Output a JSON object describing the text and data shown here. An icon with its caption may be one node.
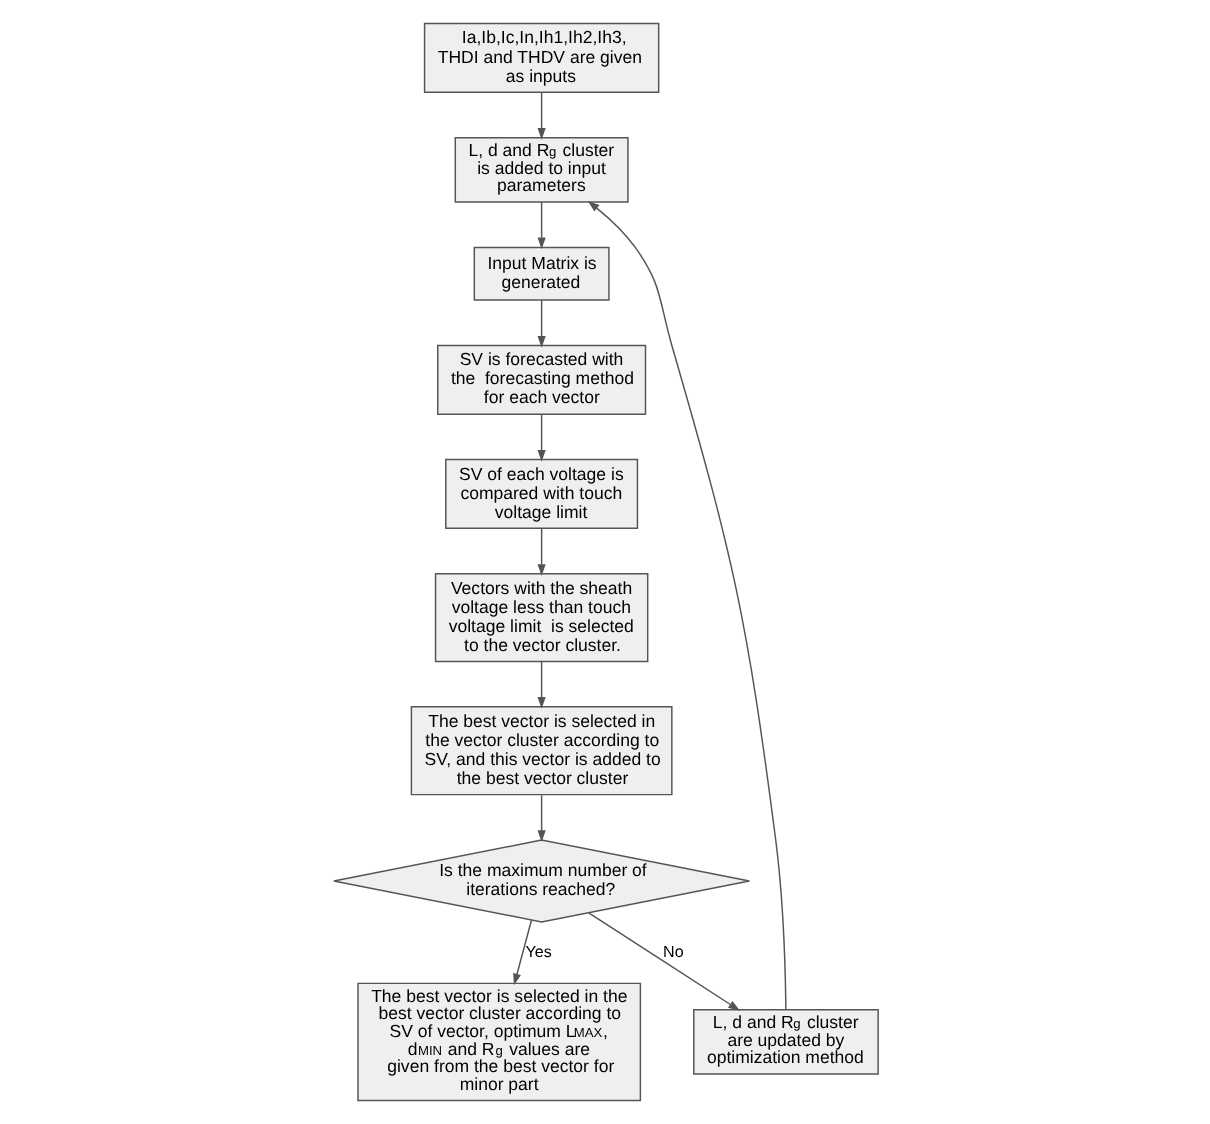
{
  "diagram": {
    "nodes": [
      {
        "text": [
          "Ia,Ib,Ic,In,Ih1,Ih2,Ih3, THDI and THDV are given as inputs"
        ]
      },
      {
        "text": [
          "L, d and R$_{g}$ cluster is added to input parameters"
        ]
      },
      {
        "text": [
          "Input Matrix is generated"
        ]
      },
      {
        "text": [
          "SV is forecasted with the  forecasting method for each vector"
        ]
      },
      {
        "text": [
          "SV of each voltage is compared with touch voltage limit"
        ]
      },
      {
        "text": [
          "Vectors with the sheath voltage less than touch voltage limit  is selected to the vector cluster."
        ]
      },
      {
        "text": [
          "The best vector is selected in the vector cluster according to SV, and this vector is added to the best vector cluster"
        ]
      },
      {
        "text": [
          "Is the maximum number of iterations reached?"
        ]
      },
      {
        "text": [
          "The best vector is selected in the best vector cluster according to SV of vector, optimum L$_{MAX}$, d$_{MIN}$ and R$_{g}$ values are given from the best vector for minor part"
        ]
      },
      {
        "text": [
          "L, d and R$_{g}$ cluster are updated by optimization method"
        ]
      }
    ],
    "edges": [
      {
        "from": 0,
        "to": 1,
        "arrow": "to"
      },
      {
        "from": 1,
        "to": 2,
        "arrow": "to"
      },
      {
        "from": 2,
        "to": 3,
        "arrow": "to"
      },
      {
        "from": 3,
        "to": 4,
        "arrow": "to"
      },
      {
        "from": 4,
        "to": 5,
        "arrow": "to"
      },
      {
        "from": 5,
        "to": 6,
        "arrow": "to"
      },
      {
        "from": 6,
        "to": 7,
        "arrow": "to"
      },
      {
        "from": 7,
        "to": 8,
        "arrow": "to",
        "label": "Yes"
      },
      {
        "from": 7,
        "to": 9,
        "arrow": "to",
        "label": "No"
      },
      {
        "from": 9,
        "to": 1,
        "arrow": "to"
      }
    ]
  }
}
